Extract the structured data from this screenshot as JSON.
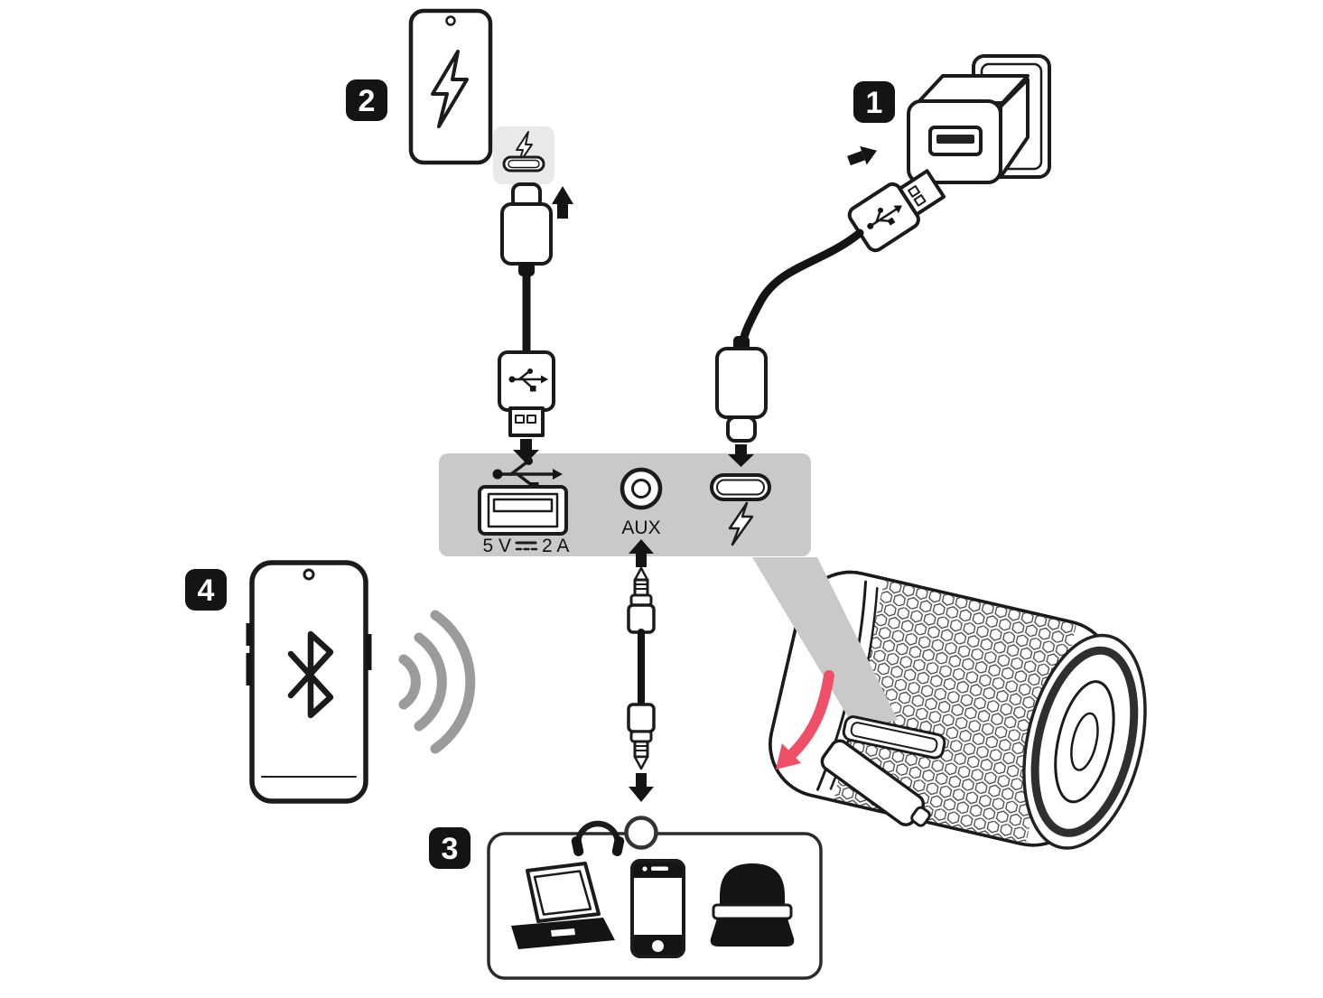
{
  "badges": {
    "step1": "1",
    "step2": "2",
    "step3": "3",
    "step4": "4"
  },
  "panel": {
    "usb_out_label_left": "5 V",
    "usb_out_label_right": "2 A",
    "aux_label": "AUX"
  },
  "icons": {
    "charging": "lightning-icon",
    "usb": "usb-trident-icon",
    "bluetooth": "bluetooth-icon",
    "headphones": "headphones-icon",
    "laptop": "laptop-icon",
    "smartphone": "smartphone-icon",
    "audio_device": "speaker-device-icon",
    "dc": "dc-symbol"
  },
  "colors": {
    "line": "#1b1b1b",
    "panel_gray": "#c9c9c9",
    "callout_gray": "#e9e9e9",
    "wave_gray": "#9b9b9b",
    "arrow_pink": "#f04f68",
    "badge_bg": "#141414",
    "badge_fg": "#ffffff"
  }
}
